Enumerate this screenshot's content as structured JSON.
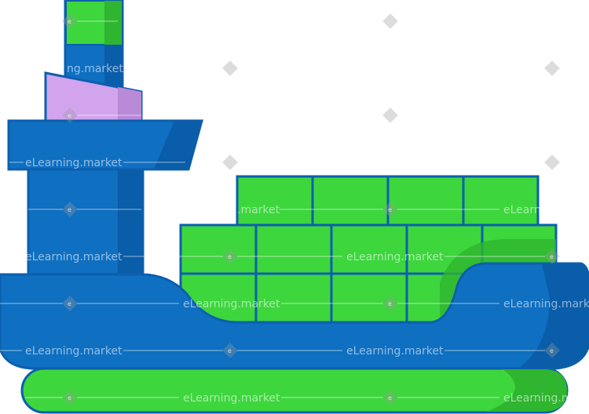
{
  "illustration": {
    "subject": "cargo-ship",
    "colors": {
      "hull": "#0f6fc1",
      "hull_shadow": "#0a5da8",
      "outline": "#0c5fae",
      "container": "#3dd63d",
      "container_shadow": "#2fb52f",
      "bridge_window": "#d3a4ee",
      "funnel_band": "#3dd63d"
    },
    "container_rows": [
      4,
      5,
      5
    ]
  },
  "watermark": {
    "text": "eLearning.market",
    "partial_text": "ng.market",
    "short_text": ".market",
    "cut_text": "eLearn",
    "badge_letter": "e"
  }
}
